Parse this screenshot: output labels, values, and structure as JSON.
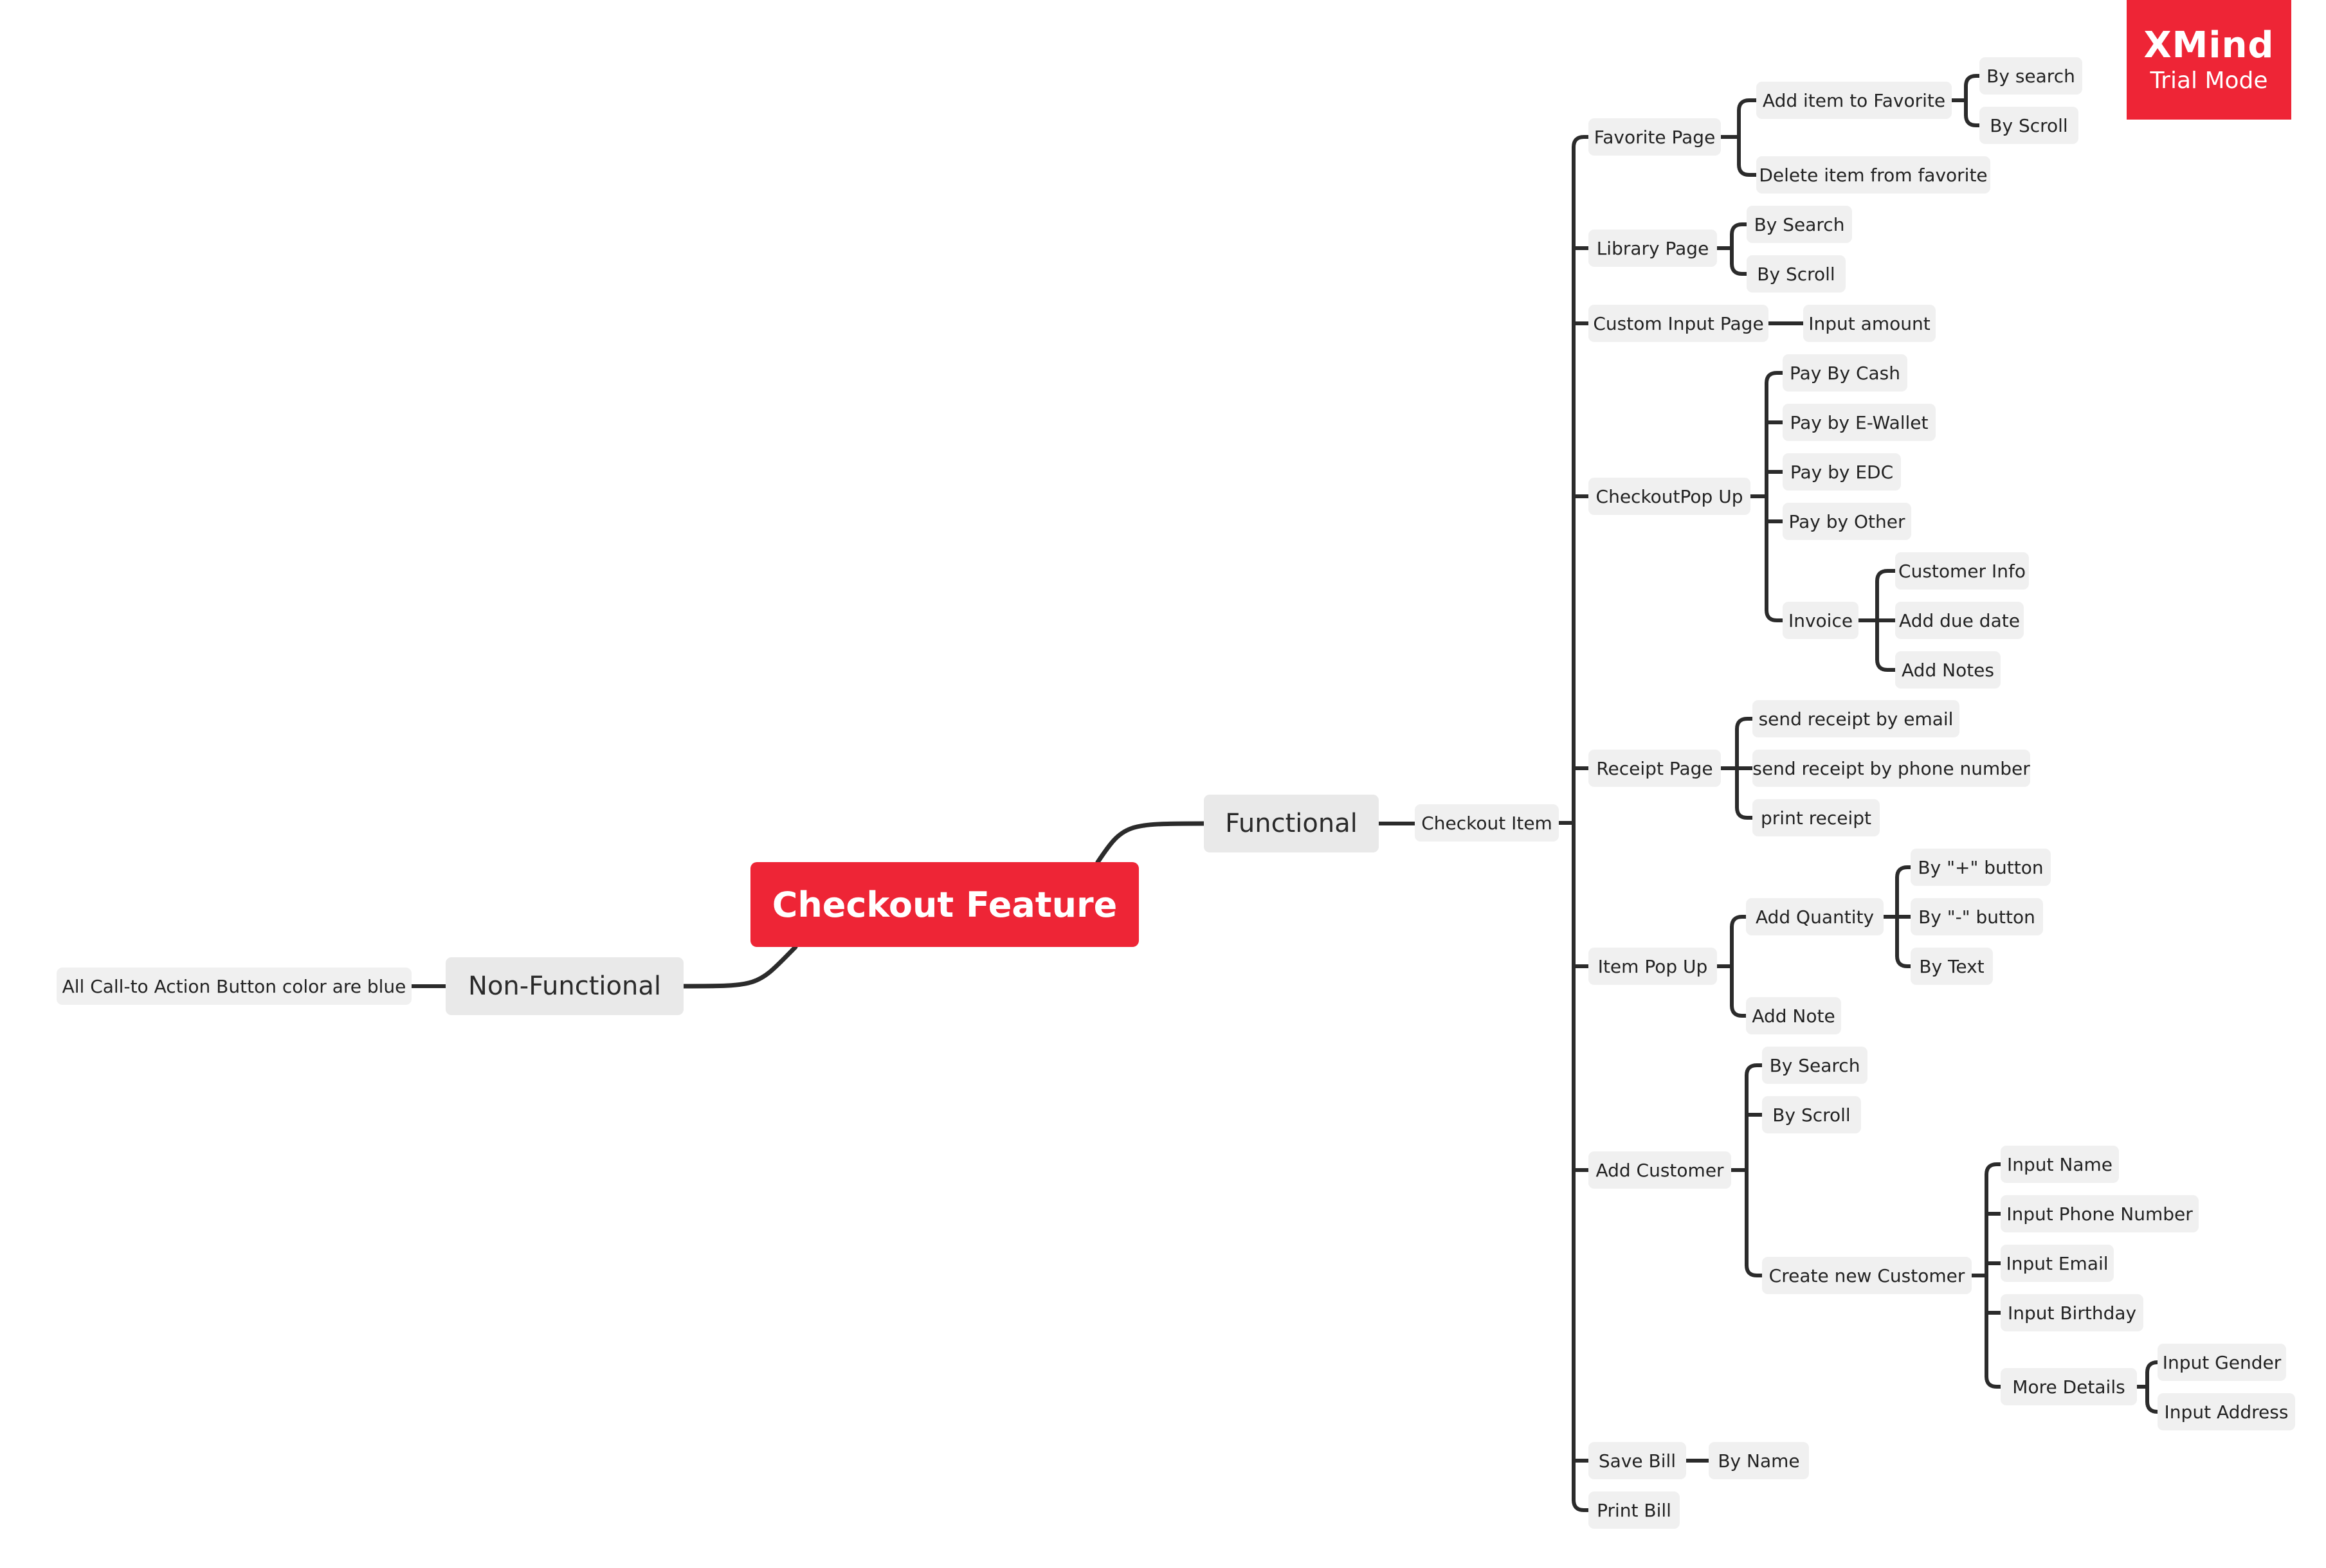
{
  "watermark": {
    "brand": "XMind",
    "mode": "Trial Mode"
  },
  "mindmap": {
    "id": "root",
    "label": "Checkout Feature",
    "children": [
      {
        "id": "functional",
        "label": "Functional",
        "children": [
          {
            "id": "checkout-item",
            "label": "Checkout Item",
            "children": [
              {
                "id": "favorite-page",
                "label": "Favorite Page",
                "children": [
                  {
                    "id": "add-item-to-favorite",
                    "label": "Add item to Favorite",
                    "children": [
                      {
                        "id": "fav-by-search",
                        "label": "By search"
                      },
                      {
                        "id": "fav-by-scroll",
                        "label": "By Scroll"
                      }
                    ]
                  },
                  {
                    "id": "delete-item-from-favorite",
                    "label": "Delete item from favorite"
                  }
                ]
              },
              {
                "id": "library-page",
                "label": "Library Page",
                "children": [
                  {
                    "id": "lib-by-search",
                    "label": "By Search"
                  },
                  {
                    "id": "lib-by-scroll",
                    "label": "By Scroll"
                  }
                ]
              },
              {
                "id": "custom-input-page",
                "label": "Custom Input Page",
                "children": [
                  {
                    "id": "input-amount",
                    "label": "Input amount"
                  }
                ]
              },
              {
                "id": "checkout-popup",
                "label": "CheckoutPop Up",
                "children": [
                  {
                    "id": "pay-by-cash",
                    "label": "Pay By Cash"
                  },
                  {
                    "id": "pay-by-ewallet",
                    "label": "Pay by E-Wallet"
                  },
                  {
                    "id": "pay-by-edc",
                    "label": "Pay by EDC"
                  },
                  {
                    "id": "pay-by-other",
                    "label": "Pay by Other"
                  },
                  {
                    "id": "invoice",
                    "label": "Invoice",
                    "children": [
                      {
                        "id": "customer-info",
                        "label": "Customer Info"
                      },
                      {
                        "id": "add-due-date",
                        "label": "Add due date"
                      },
                      {
                        "id": "add-notes",
                        "label": "Add Notes"
                      }
                    ]
                  }
                ]
              },
              {
                "id": "receipt-page",
                "label": "Receipt Page",
                "children": [
                  {
                    "id": "receipt-email",
                    "label": "send receipt by email"
                  },
                  {
                    "id": "receipt-phone",
                    "label": "send receipt by phone number"
                  },
                  {
                    "id": "print-receipt",
                    "label": "print receipt"
                  }
                ]
              },
              {
                "id": "item-popup",
                "label": "Item Pop Up",
                "children": [
                  {
                    "id": "add-quantity",
                    "label": "Add Quantity",
                    "children": [
                      {
                        "id": "by-plus-button",
                        "label": "By \"+\" button"
                      },
                      {
                        "id": "by-minus-button",
                        "label": "By \"-\" button"
                      },
                      {
                        "id": "by-text",
                        "label": "By Text"
                      }
                    ]
                  },
                  {
                    "id": "add-note",
                    "label": "Add Note"
                  }
                ]
              },
              {
                "id": "add-customer",
                "label": "Add Customer",
                "children": [
                  {
                    "id": "cust-by-search",
                    "label": "By Search"
                  },
                  {
                    "id": "cust-by-scroll",
                    "label": "By Scroll"
                  },
                  {
                    "id": "create-new-customer",
                    "label": "Create new Customer",
                    "children": [
                      {
                        "id": "input-name",
                        "label": "Input Name"
                      },
                      {
                        "id": "input-phone",
                        "label": "Input Phone Number"
                      },
                      {
                        "id": "input-email",
                        "label": "Input Email"
                      },
                      {
                        "id": "input-birthday",
                        "label": "Input Birthday"
                      },
                      {
                        "id": "more-details",
                        "label": "More Details",
                        "children": [
                          {
                            "id": "input-gender",
                            "label": "Input Gender"
                          },
                          {
                            "id": "input-address",
                            "label": "Input Address"
                          }
                        ]
                      }
                    ]
                  }
                ]
              },
              {
                "id": "save-bill",
                "label": "Save Bill",
                "children": [
                  {
                    "id": "save-by-name",
                    "label": "By Name"
                  }
                ]
              },
              {
                "id": "print-bill",
                "label": "Print Bill"
              }
            ]
          }
        ]
      },
      {
        "id": "non-functional",
        "label": "Non-Functional",
        "children": [
          {
            "id": "cta-blue",
            "label": "All Call-to Action Button color are blue"
          }
        ]
      }
    ]
  },
  "colors": {
    "root": "#ee2536",
    "connector": "#2b2b2b",
    "topic": "#f0f0f0",
    "watermark": "#ee2536"
  }
}
